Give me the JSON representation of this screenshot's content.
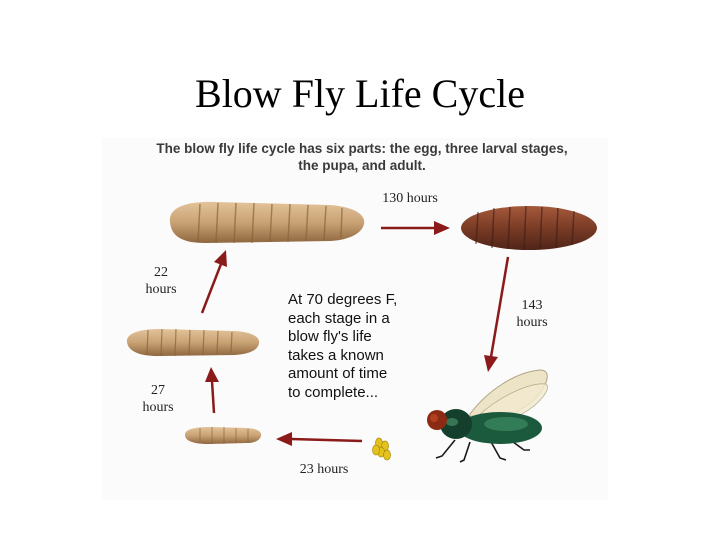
{
  "slide": {
    "title": "Blow Fly Life Cycle"
  },
  "figure": {
    "intro_lines": [
      "The blow fly life cycle has six parts: the egg, three larval stages,",
      "the pupa, and adult."
    ],
    "center_lines": [
      "At 70 degrees F,",
      "each stage in a",
      "blow fly's life",
      "takes a known",
      "amount of time",
      "to complete..."
    ],
    "durations": {
      "third_larva_to_pupa": {
        "value": "130",
        "unit": "hours"
      },
      "pupa_to_adult": {
        "value": "143",
        "unit": "hours"
      },
      "egg_to_first_larva": {
        "value": "23",
        "unit": "hours"
      },
      "first_to_second_larva": {
        "value": "27",
        "unit": "hours"
      },
      "second_to_third_larva": {
        "value": "22",
        "unit": "hours"
      }
    },
    "colors": {
      "arrow": "#8b1a1a",
      "larva": "#c9a274",
      "larva_dark": "#9b7048",
      "pupa": "#7a3b26",
      "pupa_dark": "#4f2418",
      "egg": "#e3c21c",
      "fly_body": "#1c5a3e",
      "fly_wing": "#e8dcb8"
    }
  }
}
